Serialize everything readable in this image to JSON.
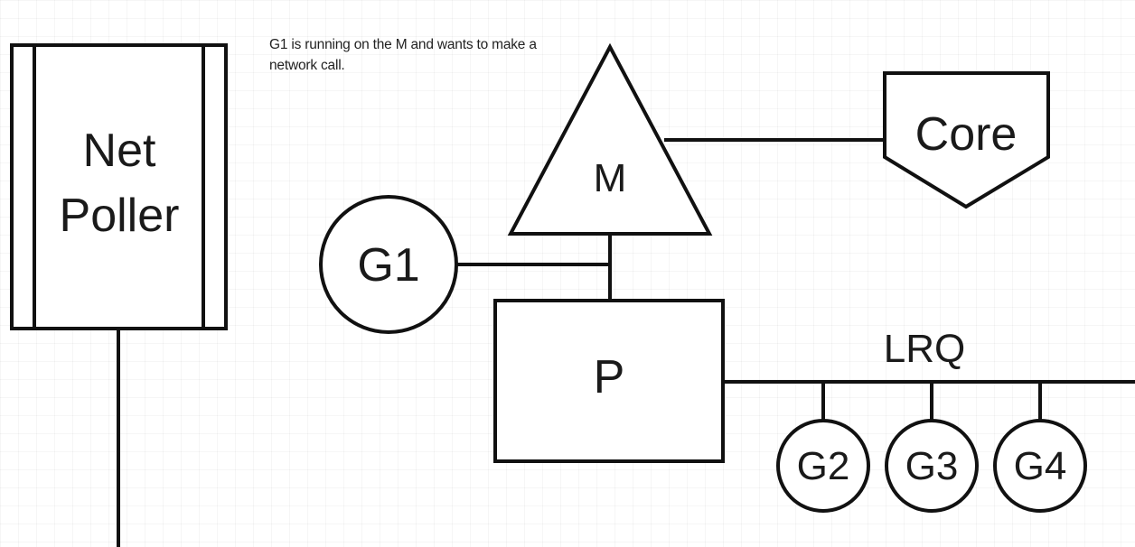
{
  "diagram": {
    "net_poller": {
      "line1": "Net",
      "line2": "Poller"
    },
    "note": "G1 is running on the M and wants to make a network call.",
    "machine": "M",
    "core": "Core",
    "processor": "P",
    "running_goroutine": "G1",
    "queue_label": "LRQ",
    "queue_goroutines": [
      "G2",
      "G3",
      "G4"
    ]
  },
  "colors": {
    "stroke": "#111111",
    "fill": "#ffffff",
    "text": "#1a1a1a"
  }
}
